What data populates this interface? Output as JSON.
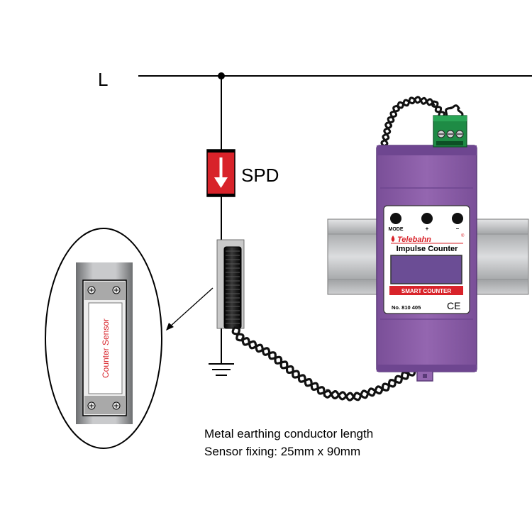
{
  "labels": {
    "line": "L",
    "spd": "SPD",
    "sensor": "Counter Sensor"
  },
  "device": {
    "buttons": [
      "MODE",
      "+",
      "–"
    ],
    "brand": "Telebahn",
    "registered_mark": "®",
    "product": "Impulse Counter",
    "banner": "SMART COUNTER",
    "model_no": "No. 810 405",
    "ce_mark": "CE"
  },
  "caption": {
    "line1": "Metal earthing conductor length",
    "line2": "Sensor fixing: 25mm x 90mm"
  },
  "colors": {
    "device_body": "#8d5fa8",
    "device_dark": "#6e4690",
    "spd_red": "#d8232a",
    "banner_red": "#d8232a",
    "terminal_green": "#1e8b45",
    "rail_gray": "#b4b6b8",
    "sensor_black": "#1a1a1a",
    "brand_red": "#d8232a"
  },
  "icons": [
    "down-arrow-icon",
    "ground-symbol-icon",
    "screw-icon",
    "ce-mark-icon"
  ]
}
